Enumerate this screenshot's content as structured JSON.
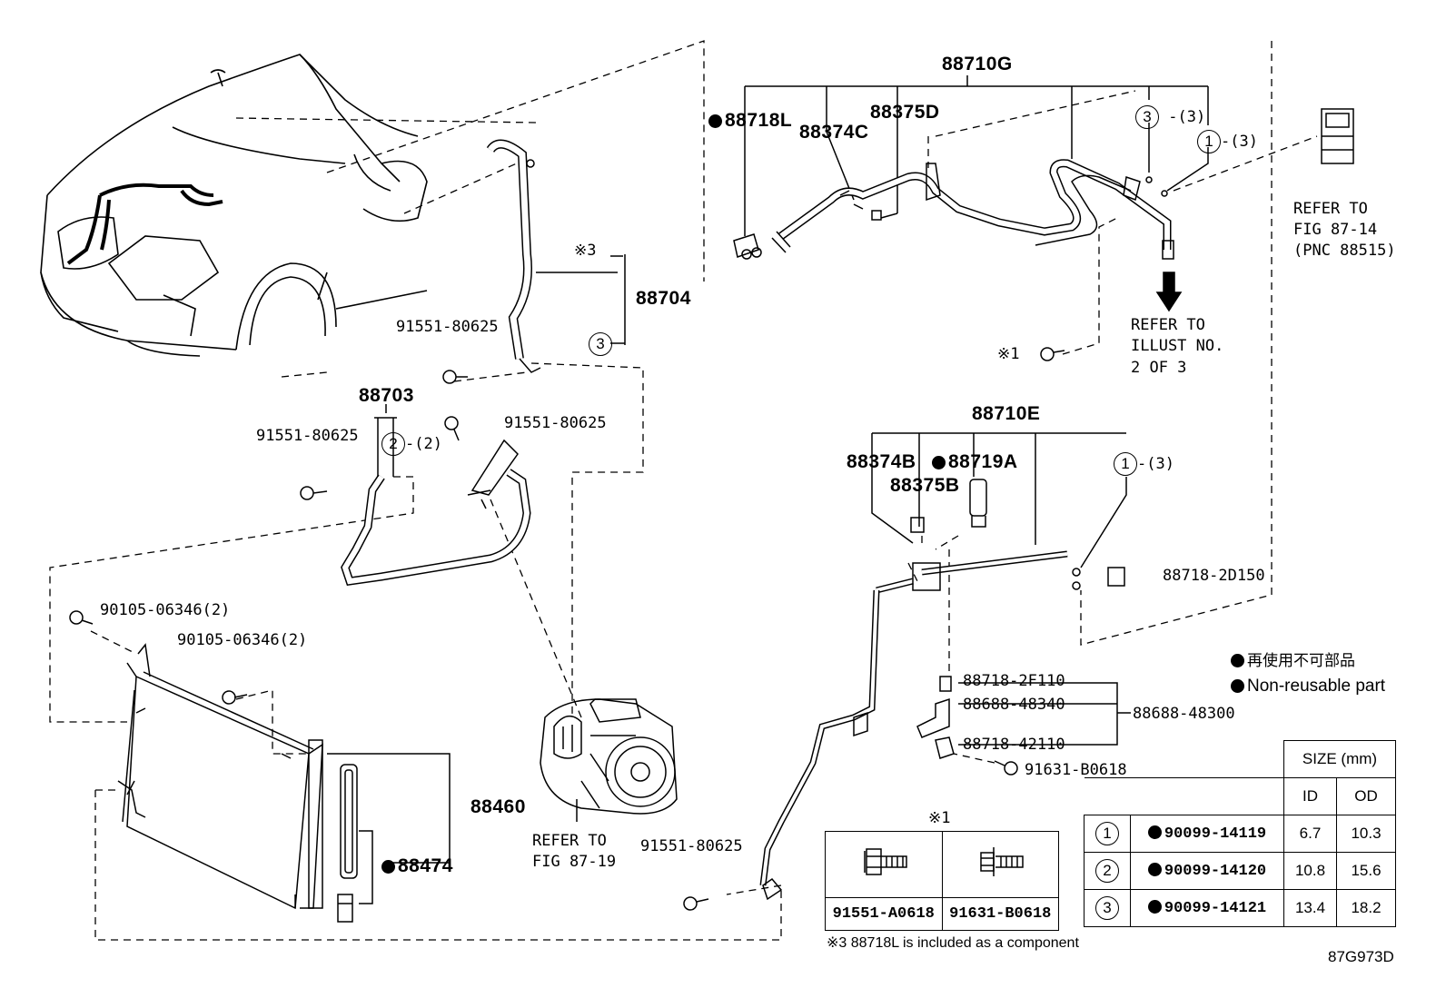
{
  "labels": {
    "p88710G": "88710G",
    "p88718L": "88718L",
    "p88375D": "88375D",
    "p88374C": "88374C",
    "refer_8714_l1": "REFER TO",
    "refer_8714_l2": "FIG 87-14",
    "refer_8714_l3": "(PNC 88515)",
    "x3": "※3",
    "p88704": "88704",
    "p91551_80625_a": "91551-80625",
    "p88703": "88703",
    "p91551_80625_b": "91551-80625",
    "p91551_80625_c": "91551-80625",
    "refer_illust_l1": "REFER TO",
    "refer_illust_l2": "ILLUST NO.",
    "refer_illust_l3": "2 OF 3",
    "x1_bolt": "※1",
    "p88710E": "88710E",
    "p88374B": "88374B",
    "p88719A": "88719A",
    "p88375B": "88375B",
    "p88718_2D150": "88718-2D150",
    "p90105_a": "90105-06346(2)",
    "p90105_b": "90105-06346(2)",
    "p88718_2F110": "88718-2F110",
    "p88688_48340": "88688-48340",
    "p88688_48300": "88688-48300",
    "p88718_42110": "88718-42110",
    "p91631_B0618": "91631-B0618",
    "p88460": "88460",
    "p88474": "88474",
    "refer_8719_l1": "REFER TO",
    "refer_8719_l2": "FIG 87-19",
    "p91551_80625_d": "91551-80625",
    "qty3": "-(3)",
    "qty2": "-(2)",
    "num1": "1",
    "num2": "2",
    "num3": "3",
    "x1_header": "※1",
    "note_x3": "※3 88718L is included as a component",
    "figure_code": "87G973D"
  },
  "legend": {
    "jp": "再使用不可部品",
    "en": "Non-reusable part"
  },
  "bolts": {
    "b1": "91551-A0618",
    "b2": "91631-B0618"
  },
  "size_table": {
    "header": "SIZE (mm)",
    "col_id": "ID",
    "col_od": "OD",
    "rows": [
      {
        "num": "1",
        "part": "90099-14119",
        "id": "6.7",
        "od": "10.3"
      },
      {
        "num": "2",
        "part": "90099-14120",
        "id": "10.8",
        "od": "15.6"
      },
      {
        "num": "3",
        "part": "90099-14121",
        "id": "13.4",
        "od": "18.2"
      }
    ]
  }
}
